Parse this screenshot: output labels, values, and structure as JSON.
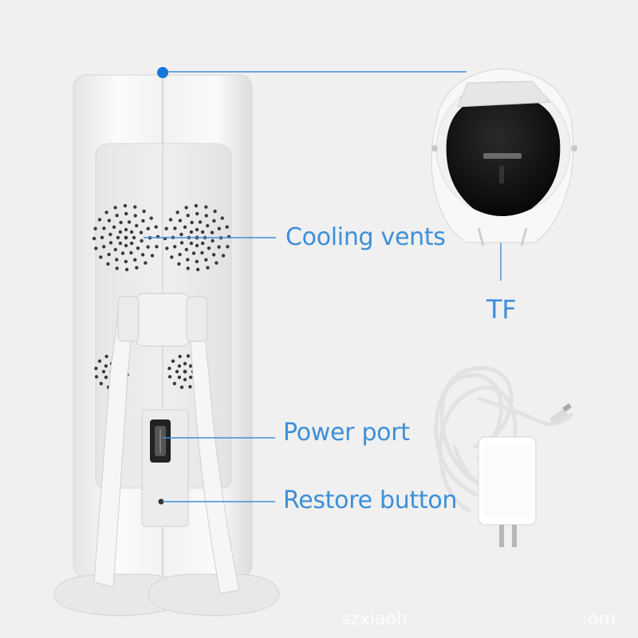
{
  "labels": {
    "cooling_vents": "Cooling vents",
    "tf": "TF",
    "power_port": "Power port",
    "restore_button": "Restore button"
  },
  "watermark": {
    "left": "szxiaoh",
    "right": ".om"
  },
  "colors": {
    "background": "#f0f0f0",
    "accent": "#3d8fd8",
    "device_body": "#f7f7f7",
    "sd_slot_face": "#111111"
  }
}
